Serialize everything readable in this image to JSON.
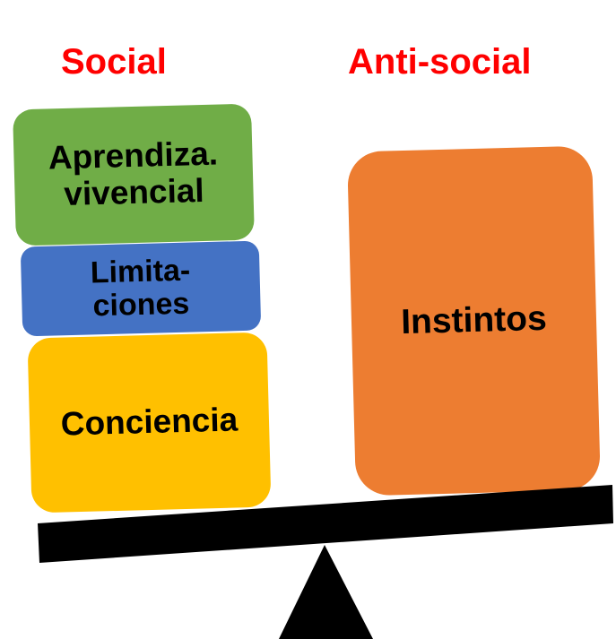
{
  "headings": {
    "social": "Social",
    "antisocial": "Anti-social"
  },
  "boxes": {
    "aprendizaje": "Aprendiza.\nvivencial",
    "limitaciones": "Limita-\nciones",
    "conciencia": "Conciencia",
    "instintos": "Instintos"
  },
  "colors": {
    "heading": "#ff0000",
    "aprendizaje": "#70ad47",
    "limitaciones": "#4472c4",
    "conciencia": "#ffc000",
    "instintos": "#ed7d31",
    "beam": "#000000",
    "fulcrum": "#000000"
  }
}
